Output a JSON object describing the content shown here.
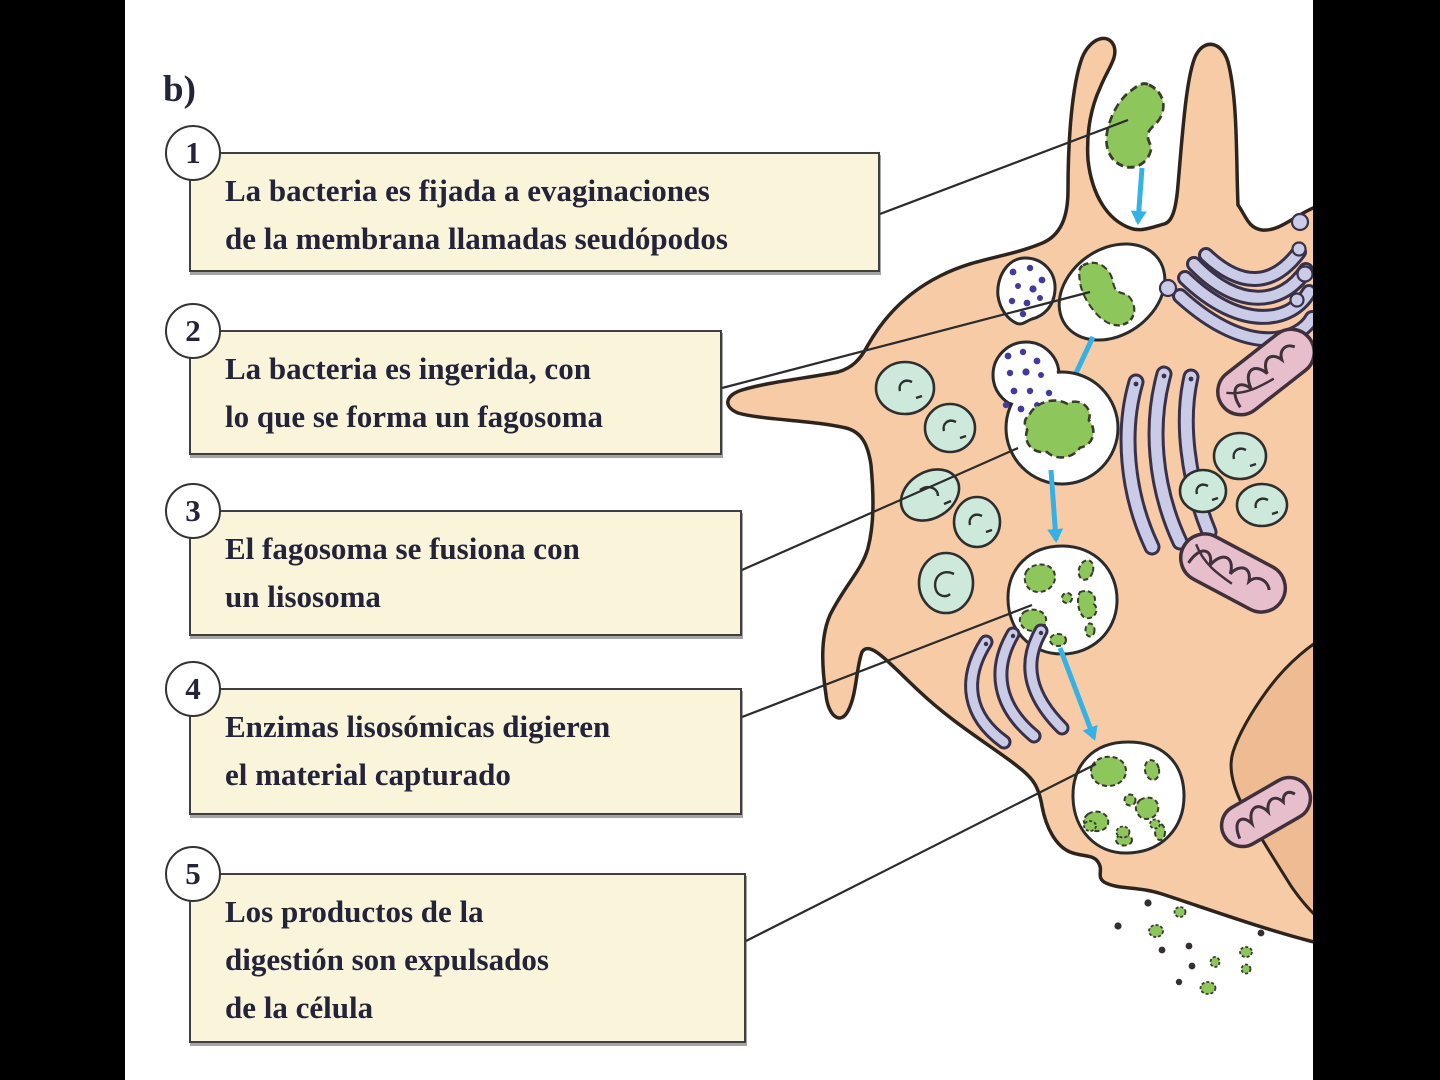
{
  "figure_label": "b)",
  "steps": [
    {
      "number": "1",
      "lines": [
        "La bacteria es fijada a evaginaciones",
        "de la membrana llamadas seudópodos"
      ]
    },
    {
      "number": "2",
      "lines": [
        "La bacteria es ingerida, con",
        "lo que se forma un fagosoma"
      ]
    },
    {
      "number": "3",
      "lines": [
        "El fagosoma se fusiona con",
        "un lisosoma"
      ]
    },
    {
      "number": "4",
      "lines": [
        "Enzimas lisosómicas digieren",
        "el material capturado"
      ]
    },
    {
      "number": "5",
      "lines": [
        "Los productos de la",
        "digestión son expulsados",
        "de la célula"
      ]
    }
  ],
  "colors": {
    "background": "#000000",
    "canvas": "#ffffff",
    "callout_fill": "#faf4da",
    "callout_border": "#3f3f3f",
    "text": "#23233a",
    "cell_fill": "#f7cba6",
    "cell_fold_fill": "#eebb92",
    "cell_outline": "#2d241e",
    "bacterium_green": "#8dc75b",
    "vesicle_white": "#ffffff",
    "lysosome_dot": "#433a9e",
    "golgi_lavender": "#c9cbe7",
    "mitochondrion_pink": "#e7becc",
    "organelle_teal": "#cce9dc",
    "arrow_cyan": "#35b2e5",
    "connector_line": "#2b2b2b"
  }
}
